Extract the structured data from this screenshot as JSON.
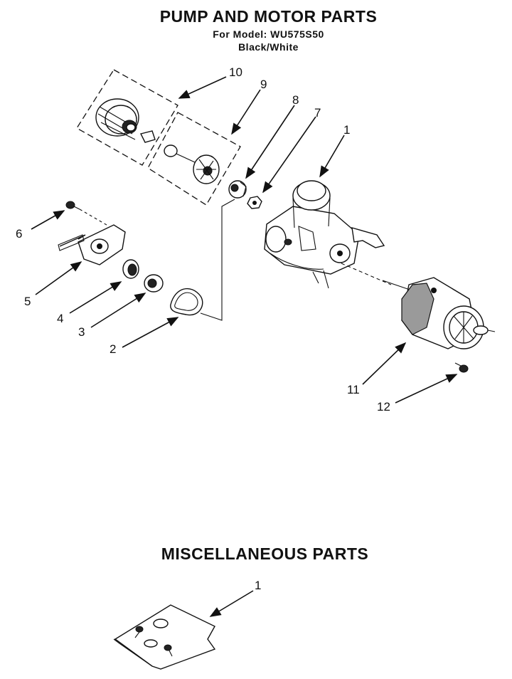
{
  "header": {
    "title": "PUMP AND MOTOR PARTS",
    "model_line": "For Model: WU575S50",
    "color_line": "Black/White"
  },
  "misc": {
    "title": "MISCELLANEOUS PARTS"
  },
  "callouts": {
    "pump": [
      "1",
      "2",
      "3",
      "4",
      "5",
      "6",
      "7",
      "8",
      "9",
      "10",
      "11",
      "12"
    ],
    "misc": [
      "1"
    ]
  }
}
